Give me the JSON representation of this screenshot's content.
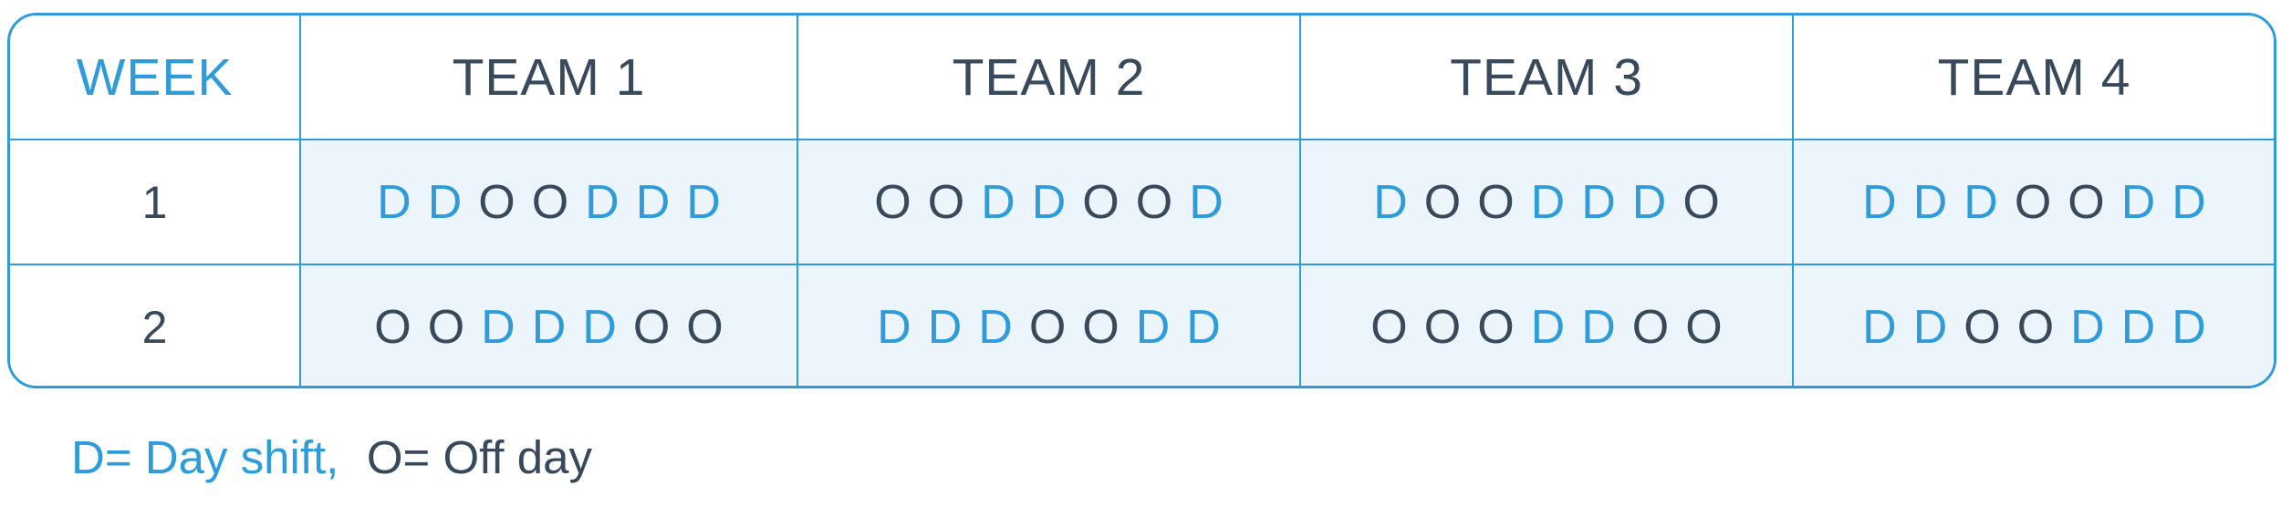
{
  "table": {
    "headers": [
      "WEEK",
      "TEAM 1",
      "TEAM 2",
      "TEAM 3",
      "TEAM 4"
    ],
    "rows": [
      {
        "week": "1",
        "shifts": [
          "DDOODDD",
          "OODDOOD",
          "DOODDDO",
          "DDDOODD"
        ]
      },
      {
        "week": "2",
        "shifts": [
          "OODDDOO",
          "DDDOODD",
          "OOODDOO",
          "DDOODDD"
        ]
      }
    ]
  },
  "legend": {
    "day_label": "D= Day shift,",
    "off_label": "O= Off day"
  },
  "colors": {
    "accent_blue": "#2e9cd8",
    "dark_slate": "#37495a",
    "shift_cell_background": "#edf5fc"
  }
}
